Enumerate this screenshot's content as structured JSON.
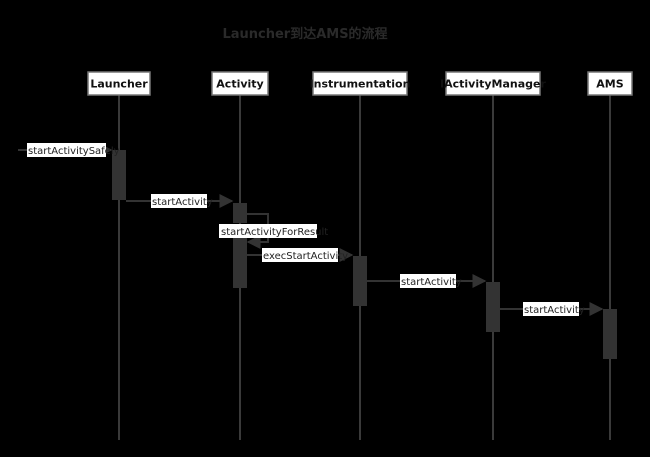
{
  "diagram": {
    "title": "Launcher到达AMS的流程",
    "participants": [
      {
        "id": "launcher",
        "label": "Launcher"
      },
      {
        "id": "activity",
        "label": "Activity"
      },
      {
        "id": "instrumentation",
        "label": "Instrumentation"
      },
      {
        "id": "iactivitymanager",
        "label": "IActivityManager"
      },
      {
        "id": "ams",
        "label": "AMS"
      }
    ],
    "messages": [
      {
        "label": "startActivitySafely",
        "from": "external",
        "to": "launcher"
      },
      {
        "label": "startActivity",
        "from": "launcher",
        "to": "activity"
      },
      {
        "label": "startActivityForResult",
        "from": "activity",
        "to": "activity"
      },
      {
        "label": "execStartActivity",
        "from": "activity",
        "to": "instrumentation"
      },
      {
        "label": "startActivity",
        "from": "instrumentation",
        "to": "iactivitymanager"
      },
      {
        "label": "startActivity",
        "from": "iactivitymanager",
        "to": "ams"
      }
    ],
    "colors": {
      "background": "#000000",
      "participant_box": "#ffffff",
      "participant_border": "#777777",
      "lifeline": "#3a3a3a",
      "activation": "#333333",
      "arrow": "#333333",
      "label_bg": "#ffffff"
    }
  }
}
